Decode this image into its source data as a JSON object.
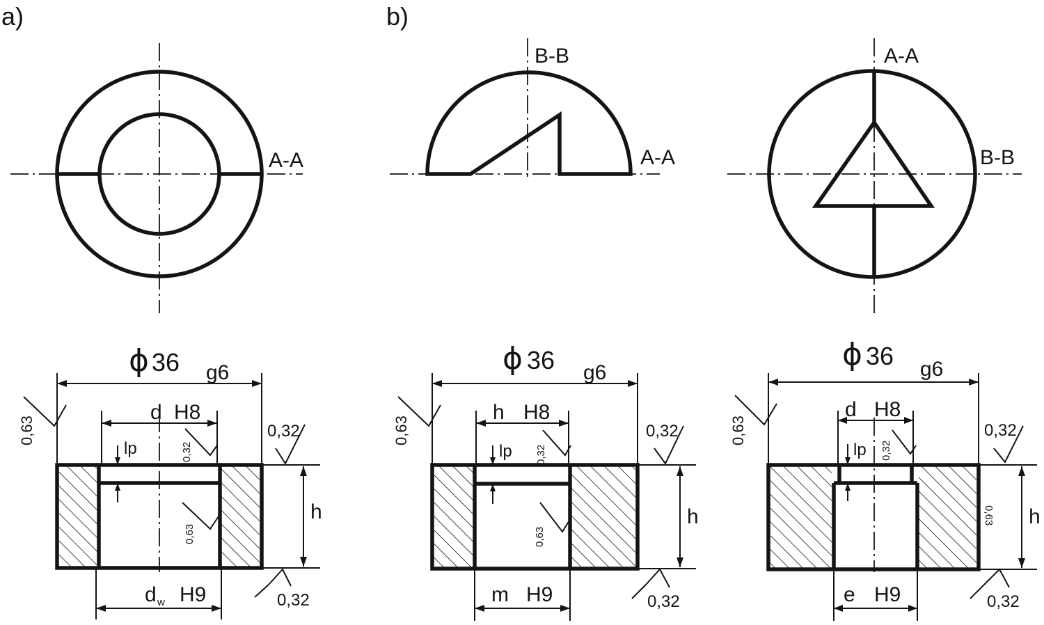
{
  "panels": {
    "a": "a)",
    "b": "b)"
  },
  "views": {
    "a": {
      "horizontal_section": "A-A"
    },
    "b1": {
      "vertical_section": "B-B",
      "horizontal_section": "A-A"
    },
    "b2": {
      "vertical_section": "A-A",
      "horizontal_section": "B-B"
    }
  },
  "sections": [
    {
      "outer_diameter_symbol": "ϕ",
      "outer_diameter_value": "36",
      "outer_tolerance": "g6",
      "upper_bore_letter": "d",
      "upper_bore_tolerance": "H8",
      "lower_bore_letter": "d",
      "lower_bore_subscript": "w",
      "lower_bore_tolerance": "H9",
      "depth_label": "lp",
      "height_label": "h",
      "roughness_left": "0,63",
      "roughness_top_right": "0,32",
      "roughness_bore_top": "0,32",
      "roughness_bore": "0,63",
      "roughness_bottom_right": "0,32"
    },
    {
      "outer_diameter_symbol": "ϕ",
      "outer_diameter_value": "36",
      "outer_tolerance": "g6",
      "upper_bore_letter": "h",
      "upper_bore_tolerance": "H8",
      "lower_bore_letter": "m",
      "lower_bore_tolerance": "H9",
      "depth_label": "lp",
      "height_label": "h",
      "roughness_left": "0,63",
      "roughness_top_right": "0,32",
      "roughness_bore_top": "0,32",
      "roughness_bore": "0,63",
      "roughness_bottom_right": "0,32"
    },
    {
      "outer_diameter_symbol": "ϕ",
      "outer_diameter_value": "36",
      "outer_tolerance": "g6",
      "upper_bore_letter": "d",
      "upper_bore_tolerance": "H8",
      "lower_bore_letter": "e",
      "lower_bore_tolerance": "H9",
      "depth_label": "lp",
      "height_label": "h",
      "roughness_left": "0,63",
      "roughness_top_right": "0,32",
      "roughness_bore_top": "0,32",
      "roughness_bore_right": "0,63",
      "roughness_bottom_right": "0,32"
    }
  ]
}
